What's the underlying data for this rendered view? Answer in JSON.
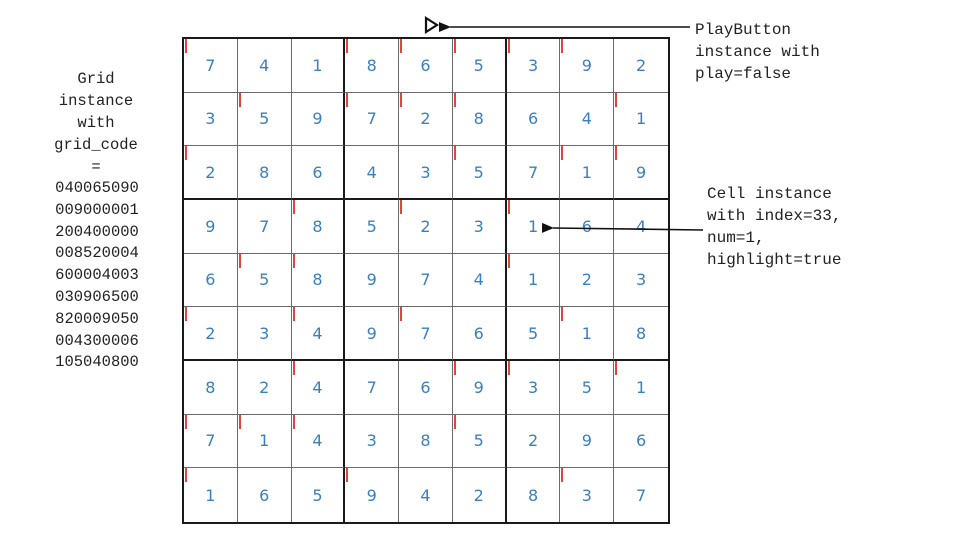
{
  "grid_label": {
    "lines": [
      "Grid",
      "instance",
      "with",
      "grid_code",
      "="
    ],
    "code_lines": [
      "040065090",
      "009000001",
      "200400000",
      "008520004",
      "600004003",
      "030906500",
      "820009050",
      "004300006",
      "105040800"
    ]
  },
  "play_label": {
    "lines": [
      "PlayButton",
      "instance with",
      "play=false"
    ]
  },
  "cell_label": {
    "lines": [
      "Cell instance",
      "with index=33,",
      "num=1,",
      "highlight=true"
    ]
  },
  "play_button": {
    "icon": "play-triangle-icon",
    "play": false
  },
  "colors": {
    "digit": "#3a7fbf",
    "marker": "#e0453a",
    "grid_line": "#1a1a1a"
  },
  "board": {
    "rows": [
      [
        "7",
        "4",
        "1",
        "8",
        "6",
        "5",
        "3",
        "9",
        "2"
      ],
      [
        "3",
        "5",
        "9",
        "7",
        "2",
        "8",
        "6",
        "4",
        "1"
      ],
      [
        "2",
        "8",
        "6",
        "4",
        "3",
        "5",
        "7",
        "1",
        "9"
      ],
      [
        "9",
        "7",
        "8",
        "5",
        "2",
        "3",
        "1",
        "6",
        "4"
      ],
      [
        "6",
        "5",
        "8",
        "9",
        "7",
        "4",
        "1",
        "2",
        "3"
      ],
      [
        "2",
        "3",
        "4",
        "9",
        "7",
        "6",
        "5",
        "1",
        "8"
      ],
      [
        "8",
        "2",
        "4",
        "7",
        "6",
        "9",
        "3",
        "5",
        "1"
      ],
      [
        "7",
        "1",
        "4",
        "3",
        "8",
        "5",
        "2",
        "9",
        "6"
      ],
      [
        "1",
        "6",
        "5",
        "9",
        "4",
        "2",
        "8",
        "3",
        "7"
      ]
    ],
    "markers": [
      [
        1,
        0,
        0,
        1,
        1,
        1,
        1,
        1,
        0
      ],
      [
        0,
        1,
        0,
        1,
        1,
        1,
        0,
        0,
        1
      ],
      [
        1,
        0,
        0,
        0,
        0,
        1,
        0,
        1,
        1
      ],
      [
        0,
        0,
        1,
        0,
        1,
        0,
        1,
        0,
        0
      ],
      [
        0,
        1,
        1,
        0,
        0,
        0,
        1,
        0,
        0
      ],
      [
        1,
        0,
        1,
        0,
        1,
        0,
        0,
        1,
        0
      ],
      [
        0,
        0,
        1,
        0,
        0,
        1,
        1,
        0,
        1
      ],
      [
        1,
        1,
        1,
        0,
        0,
        1,
        0,
        0,
        0
      ],
      [
        1,
        0,
        0,
        1,
        0,
        0,
        0,
        1,
        0
      ]
    ]
  }
}
